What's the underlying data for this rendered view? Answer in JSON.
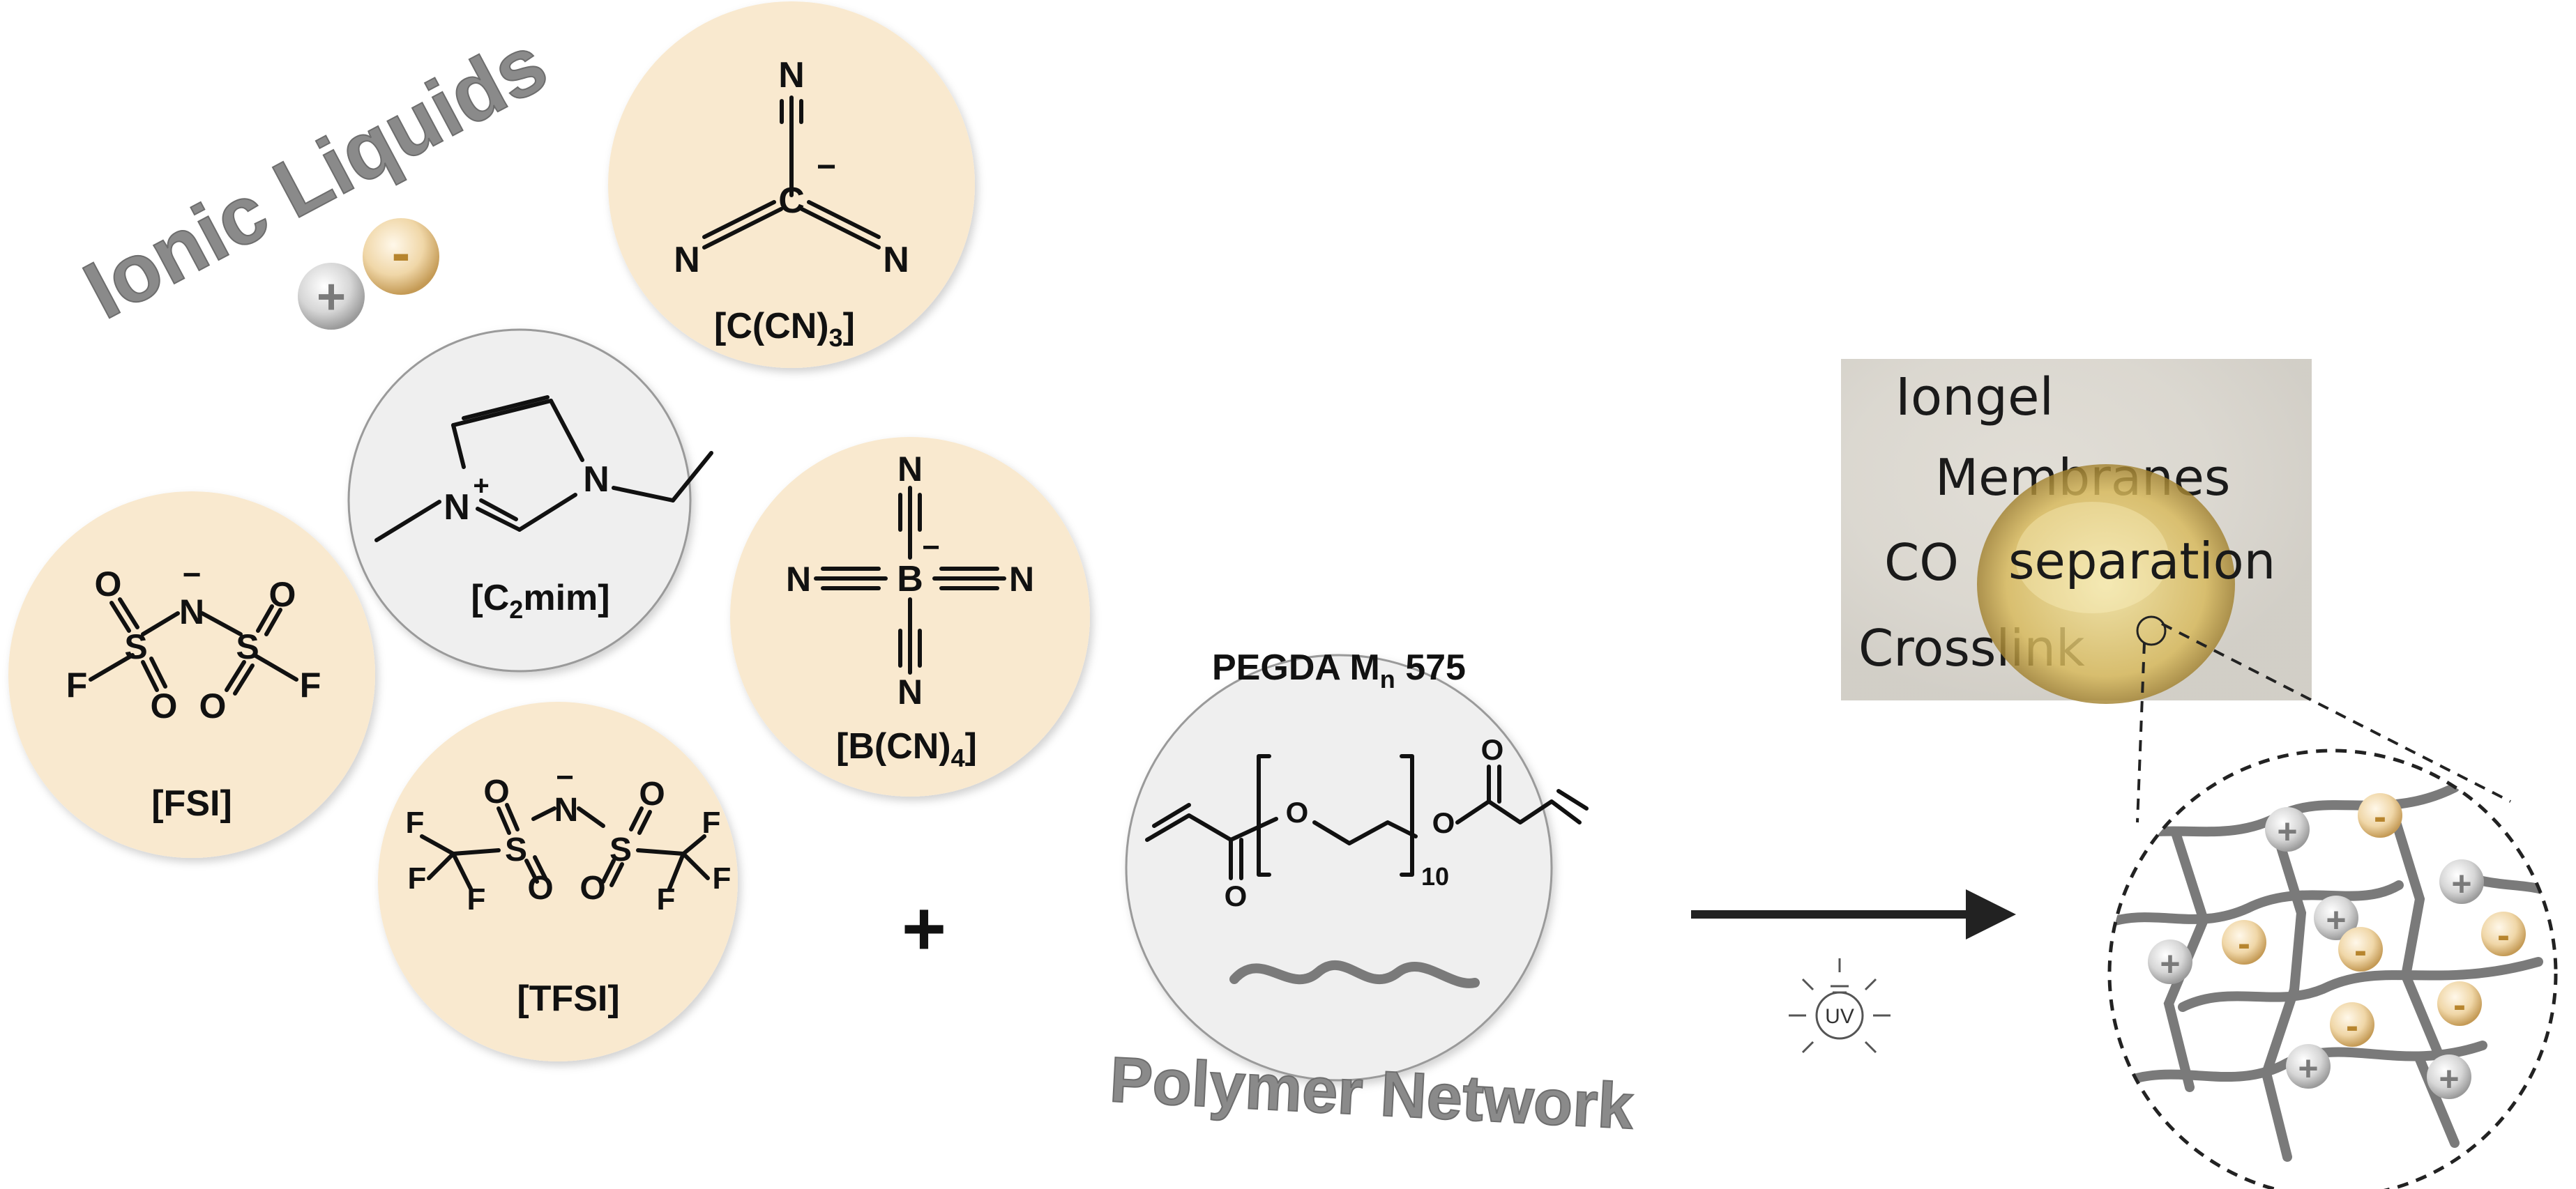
{
  "title": "Ionic Liquids",
  "subtitle": "Polymer Network",
  "plus_sign": "+",
  "uv_label": "UV",
  "ions": {
    "plus": "+",
    "minus": "-"
  },
  "cation": {
    "label_prefix": "[C",
    "label_sub": "2",
    "label_suffix": "mim]",
    "atoms": {
      "n_plus": "N",
      "n": "N",
      "charge": "+"
    }
  },
  "anions": {
    "ccn3": {
      "label_prefix": "[C(CN)",
      "label_sub": "3",
      "label_suffix": "]",
      "atoms": {
        "c": "C",
        "n": "N",
        "charge": "−"
      }
    },
    "bcn4": {
      "label_prefix": "[B(CN)",
      "label_sub": "4",
      "label_suffix": "]",
      "atoms": {
        "b": "B",
        "n": "N",
        "charge": "−"
      }
    },
    "fsi": {
      "label": "[FSI]",
      "atoms": {
        "s": "S",
        "o": "O",
        "n": "N",
        "f": "F",
        "charge": "−"
      }
    },
    "tfsi": {
      "label": "[TFSI]",
      "atoms": {
        "s": "S",
        "o": "O",
        "n": "N",
        "f": "F",
        "charge": "−"
      }
    }
  },
  "polymer": {
    "label_prefix": "PEGDA M",
    "label_sub": "n",
    "label_suffix": " 575",
    "repeat_count": "10",
    "atoms": {
      "o": "O"
    }
  },
  "photo": {
    "lines": [
      "Iongel",
      "Membranes",
      "CO",
      "separation",
      "Crosslink"
    ]
  },
  "colors": {
    "anion_fill": "#f9e9cf",
    "cation_fill": "#efefef",
    "title_gray": "#8a8a8a",
    "network_gray": "#7a7a7a",
    "minus_ion": "#e3b873",
    "plus_ion": "#cfcfcf"
  }
}
